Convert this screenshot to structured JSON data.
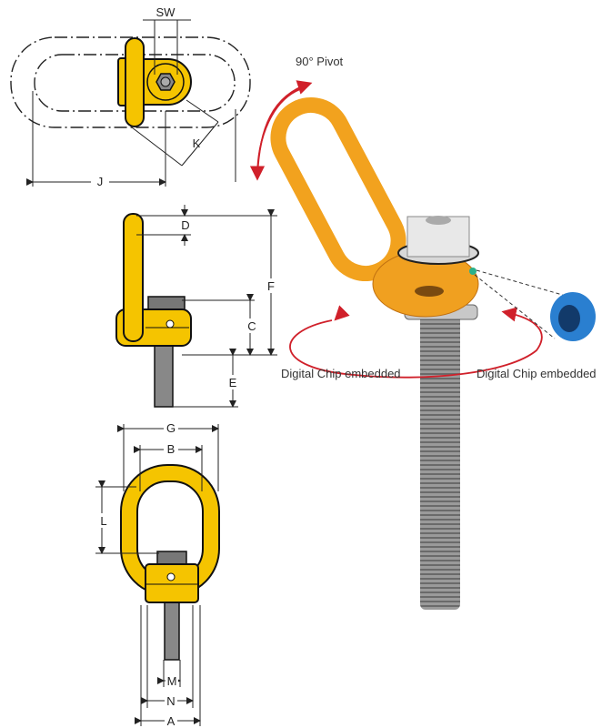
{
  "top_view": {
    "labels": {
      "sw": "SW",
      "k": "K",
      "j": "J"
    }
  },
  "side_view": {
    "labels": {
      "d": "D",
      "f": "F",
      "c": "C",
      "e": "E"
    }
  },
  "front_view": {
    "labels": {
      "g": "G",
      "b": "B",
      "l": "L",
      "m": "M",
      "n": "N",
      "a": "A"
    }
  },
  "photo": {
    "pivot_caption": "90° Pivot",
    "chip_caption_left": "Digital Chip embedded",
    "chip_caption_right": "Digital Chip embedded"
  },
  "colors": {
    "ring_yellow": "#f5c400",
    "photo_orange": "#f2a21e",
    "arrow_red": "#d0202a",
    "chip_blue": "#2a7fd0"
  }
}
